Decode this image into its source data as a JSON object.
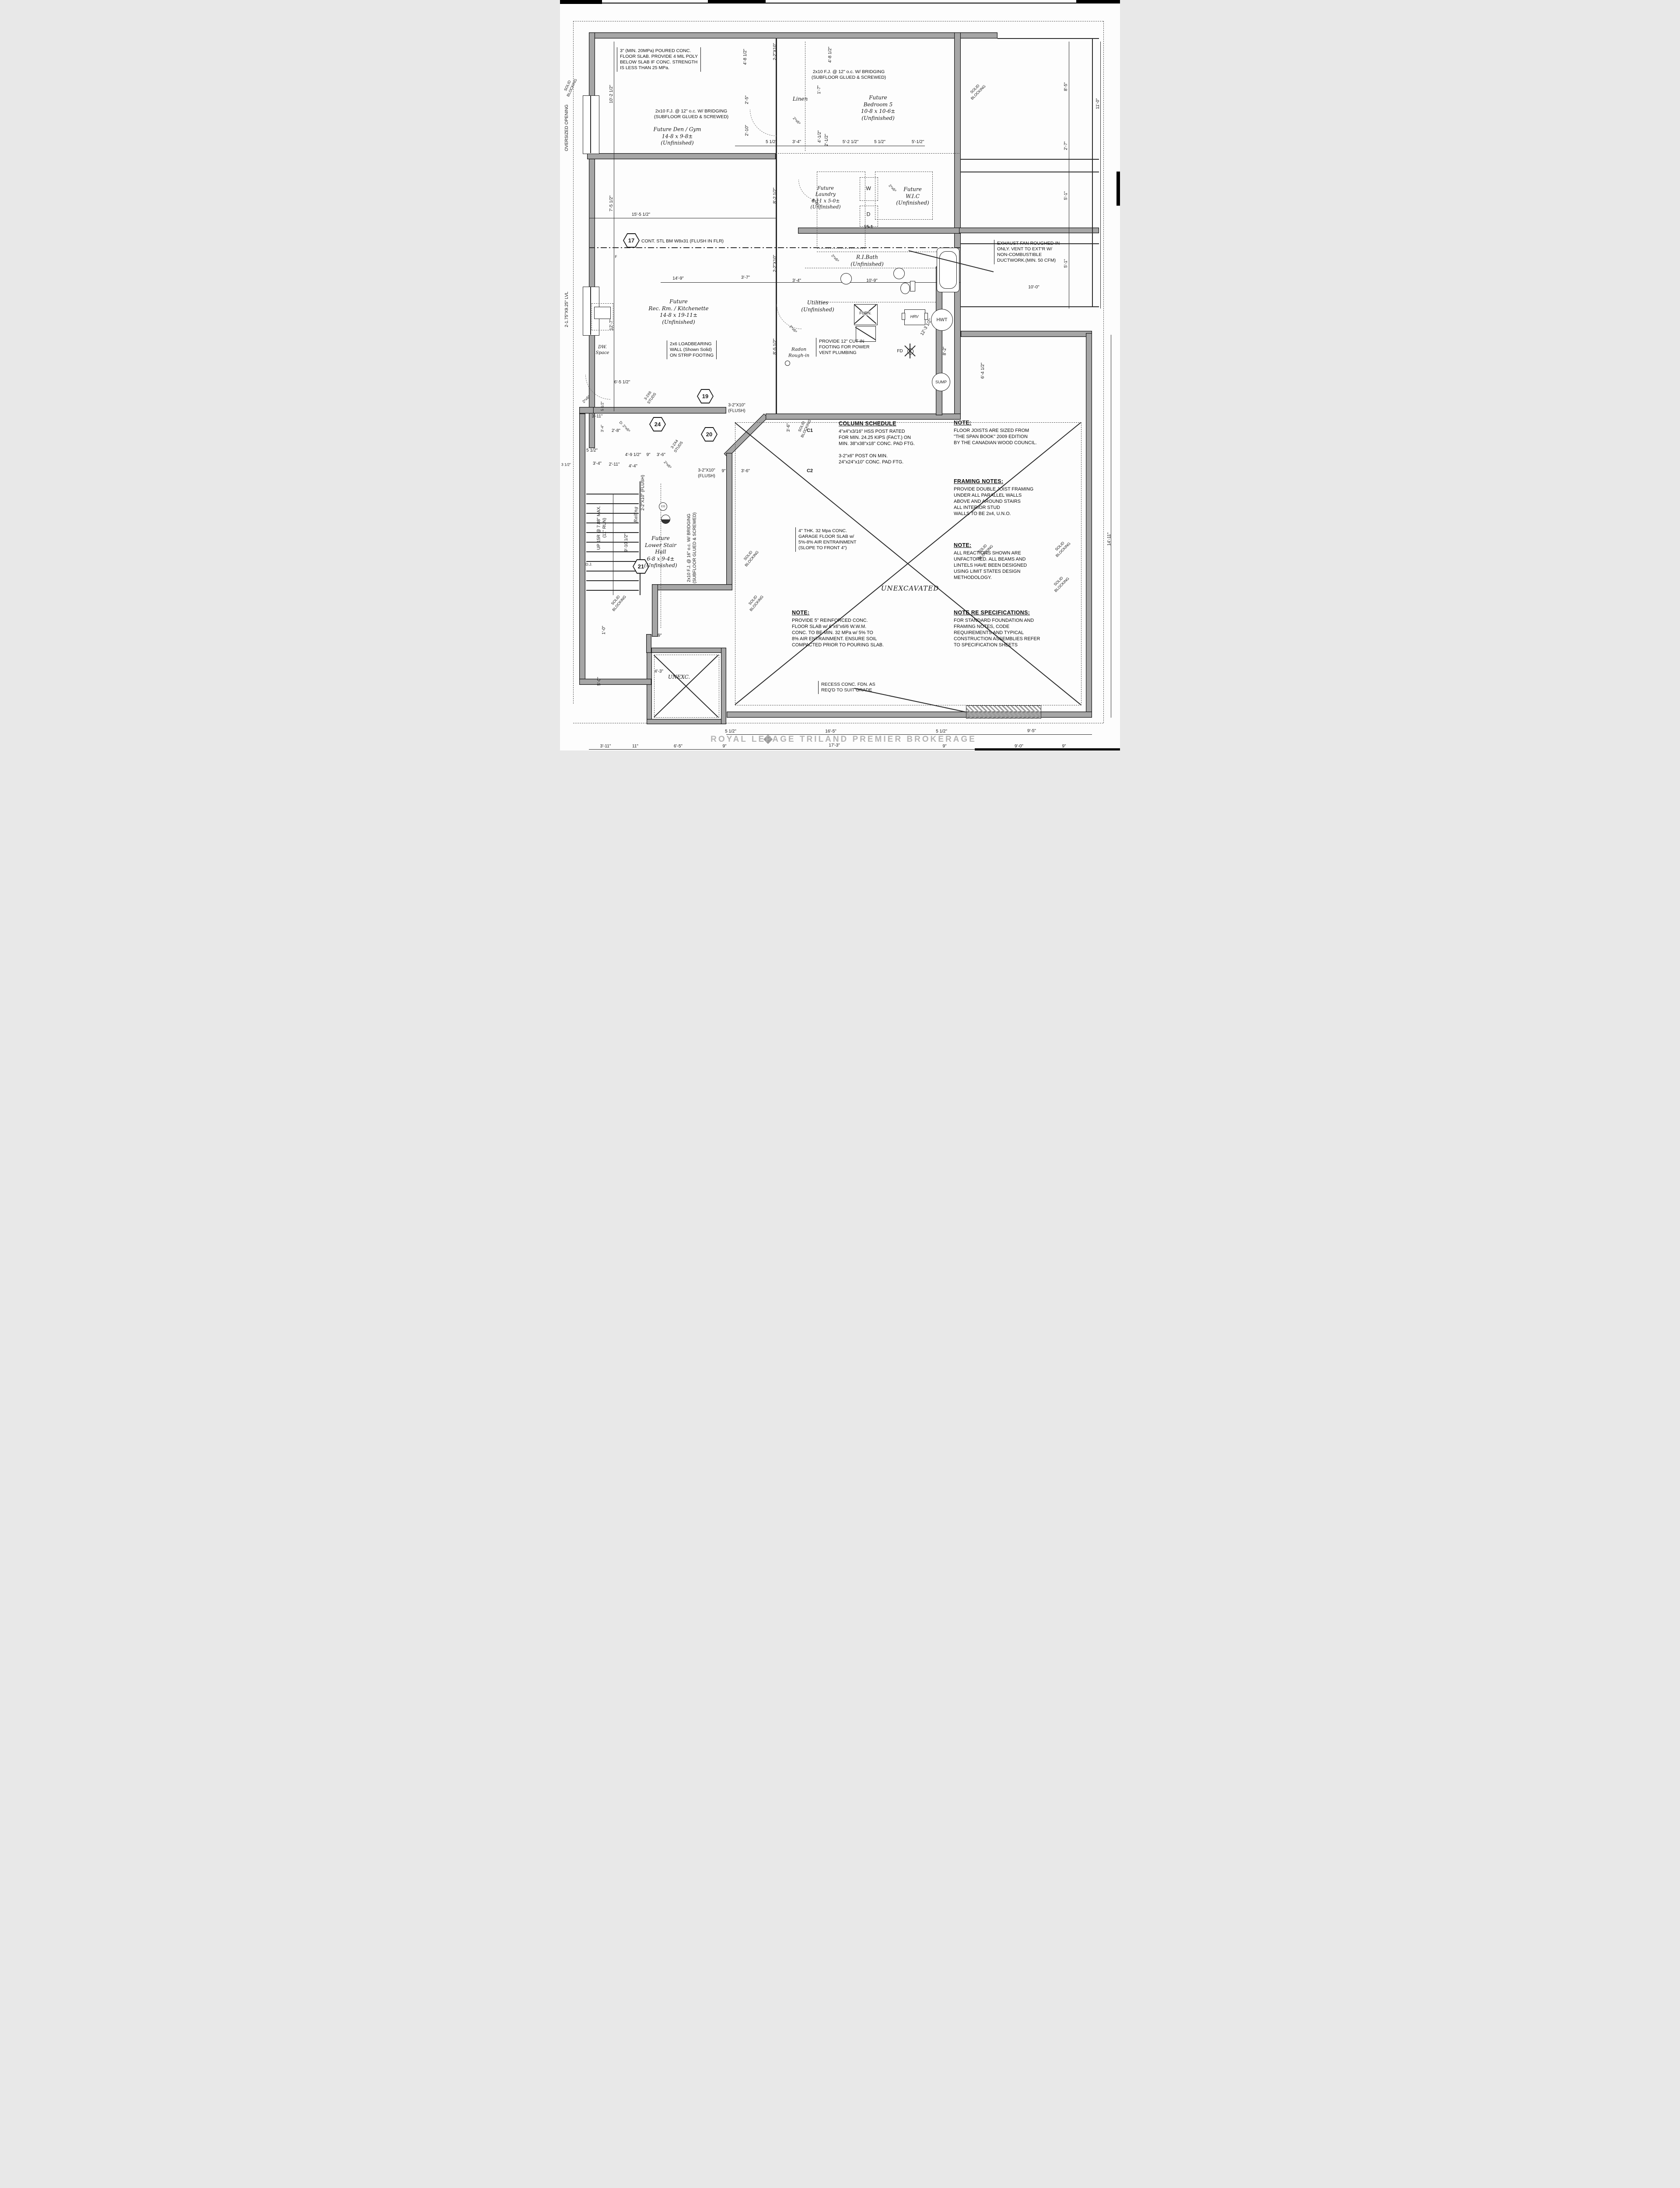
{
  "sheet": {
    "watermark": "ROYAL LEPAGE TRILAND PREMIER BROKERAGE"
  },
  "rooms": {
    "den": "Future Den / Gym\n14-8 x 9-8±\n(Unfinished)",
    "bedroom5": "Future\nBedroom 5\n10-8 x 10-6±\n(Unfinished)",
    "linen": "Linen",
    "laundry": "Future\nLaundry\n4-11 x 5-0±\n(Unfinished)",
    "wic": "Future\nW.I.C\n(Unfinished)",
    "bath": "R.I.Bath\n(Unfinished)",
    "recrm": "Future\nRec. Rm. / Kitchenette\n14-8 x 19-11±\n(Unfinished)",
    "utilities": "Utilities\n(Unfinished)",
    "stairhall": "Future\nLower Stair\nHall\n6-8 x 9-4±\n(Unfinished)",
    "unexcavated": "UNEXCAVATED",
    "unexc": "UNEXC.",
    "dw": "DW.\nSpace",
    "radon": "Radon\nRough-in"
  },
  "notes": {
    "slab": "3\" (MIN. 20MPa) POURED CONC.\nFLOOR SLAB. PROVIDE 4 MIL POLY\nBELOW SLAB IF CONC. STRENGTH\nIS LESS THAN 25 MPa.",
    "joist12": "2x10 F.J. @ 12\" o.c. W/ BRIDGING\n(SUBFLOOR GLUED & SCREWED)",
    "joist16": "2x10 F.J. @ 16\" o.c. W/ BRIDGING\n(SUBFLOOR GLUED & SCREWED)",
    "exhaust": "EXHAUST FAN ROUGHED-IN\nONLY. VENT TO EXT'R W/\nNON-COMBUSTIBLE\nDUCTWORK.(MIN. 50 CFM)",
    "powervent": "PROVIDE 12\" CUT IN\nFOOTING FOR POWER\nVENT PLUMBING",
    "loadbearing": "2x6 LOADBEARING\nWALL (Shown Solid)\nON STRIP FOOTING",
    "contbeam": "CONT. STL BM W8x31 (FLUSH IN FLR)",
    "garage_slab": "4\" THK. 32 Mpa CONC.\nGARAGE FLOOR SLAB w/\n5%-8% AIR ENTRAINMENT\n(SLOPE TO FRONT 4\")",
    "recess": "RECESS CONC. FDN. AS\nREQ'D TO SUIT GRADE",
    "up": "UP 15R @ 7.88\" MAX.\n(11\" RUN)",
    "railing": "Railing",
    "flush_small": "2-2\"X10\" (FLUSH)",
    "oversized": "OVERSIZED OPENING",
    "lvl": "2-1.75\"X9.25\" LVL",
    "dj": "D.J.",
    "f": "F"
  },
  "blocks": {
    "column_schedule": {
      "title": "COLUMN SCHEDULE",
      "body": "4\"x4\"x3/16\" HSS POST RATED\nFOR MIN. 24.25 KIPS (FACT.) ON\nMIN. 38\"x38\"x18\" CONC. PAD FTG.\n\n3-2\"x6\" POST ON MIN.\n24\"x24\"x10\" CONC. PAD FTG."
    },
    "note_joists": {
      "title": "NOTE:",
      "body": "FLOOR JOISTS ARE SIZED FROM\n\"THE SPAN BOOK\" 2009 EDITION\nBY THE CANADIAN WOOD COUNCIL."
    },
    "framing_notes": {
      "title": "FRAMING NOTES:",
      "body": "PROVIDE DOUBLE JOIST FRAMING\nUNDER ALL PARALLEL WALLS\nABOVE AND AROUND STAIRS\nALL INTERIOR STUD\nWALLS TO BE 2x4, U.N.O."
    },
    "note_reactions": {
      "title": "NOTE:",
      "body": "ALL REACTIONS SHOWN ARE\nUNFACTORED. ALL BEAMS AND\nLINTELS HAVE BEEN DESIGNED\nUSING LIMIT STATES DESIGN\nMETHODOLOGY."
    },
    "note_spec": {
      "title": "NOTE RE SPECIFICATIONS:",
      "body": "FOR STANDARD FOUNDATION AND\nFRAMING NOTES, CODE\nREQUIREMENTS AND TYPICAL\nCONSTRUCTION ASSEMBLIES REFER\nTO SPECIFICATION SHEETS"
    },
    "note_slab": {
      "title": "NOTE:",
      "body": "PROVIDE 5\" REINFORCED CONC.\nFLOOR SLAB w/ 6\"x6\"x6/6 W.W.M.\nCONC. TO BE MIN. 32 MPa w/ 5% TO\n8% AIR ENTRAINMENT. ENSURE SOIL\nCOMPACTED PRIOR TO POURING SLAB."
    }
  },
  "markers": {
    "h17": "17",
    "h19": "19",
    "h20": "20",
    "h21": "21",
    "h24": "24",
    "c1": "C1",
    "c2": "C2",
    "beam19": "3-2\"X10\"\n(FLUSH)",
    "beam20": "3-2\"X10\"\n(FLUSH)",
    "beam_vert": "2-2\"X10\"",
    "studs26": "3-2X6\nSTUDS",
    "studs24": "3-2X4\nSTUDS",
    "blocking": "SOLID\nBLOCKING",
    "door": "2⁸x6⁸",
    "door_d": "D: 2⁸x6⁸",
    "dim15_1": "15-1"
  },
  "equipment": {
    "furnace": "FURN.",
    "hrv": "HRV",
    "hwt": "HWT",
    "sump": "SUMP",
    "fd": "FD",
    "washer": "W",
    "dryer": "D",
    "co": "CO"
  },
  "dims": [
    "4'-8 1/2\"",
    "4'-8 1/2\"",
    "1'-7\"",
    "2'-5\"",
    "2'-10\"",
    "5 1/2\"",
    "3'-4\"",
    "4'-1/2\"",
    "2'-1/2\"",
    "5'-2 1/2\"",
    "5 1/2\"",
    "5'-1/2\"",
    "8'-5\"",
    "11'-0\"",
    "2'-7\"",
    "5'-1\"",
    "5'-1\"",
    "10'-0\"",
    "10'-2 1/2\"",
    "7'-5 1/2\"",
    "15'-5 1/2\"",
    "12'-7\"",
    "14'-9\"",
    "3'-7\"",
    "3'-4\"",
    "10'-9\"",
    "8'-2 1/2\"",
    "8'-5 1/2\"",
    "12'-3 1/2\"",
    "8'-2\"",
    "6'-4 1/2\"",
    "6'-5 1/2\"",
    "3'-11\"",
    "5 1/2\"",
    "3'-4\"",
    "2'-8\"",
    "2'-11\"",
    "5 1/2\"",
    "3'-4\"",
    "3 1/2\"",
    "4'-9 1/2\"",
    "9\"",
    "3'-6\"",
    "4'-4\"",
    "9\"",
    "3'-6\"",
    "3'-6\"",
    "9'-10 1/2\"",
    "1'-0\"",
    "5'-0\"",
    "4'-3\"",
    "14'-11\"",
    "5 1/2\"",
    "16'-5\"",
    "5 1/2\"",
    "9'-5\"",
    "3'-11\"",
    "11\"",
    "6'-5\"",
    "9\"",
    "17'-3\"",
    "9\"",
    "9'-0\"",
    "9\"",
    "9\""
  ]
}
